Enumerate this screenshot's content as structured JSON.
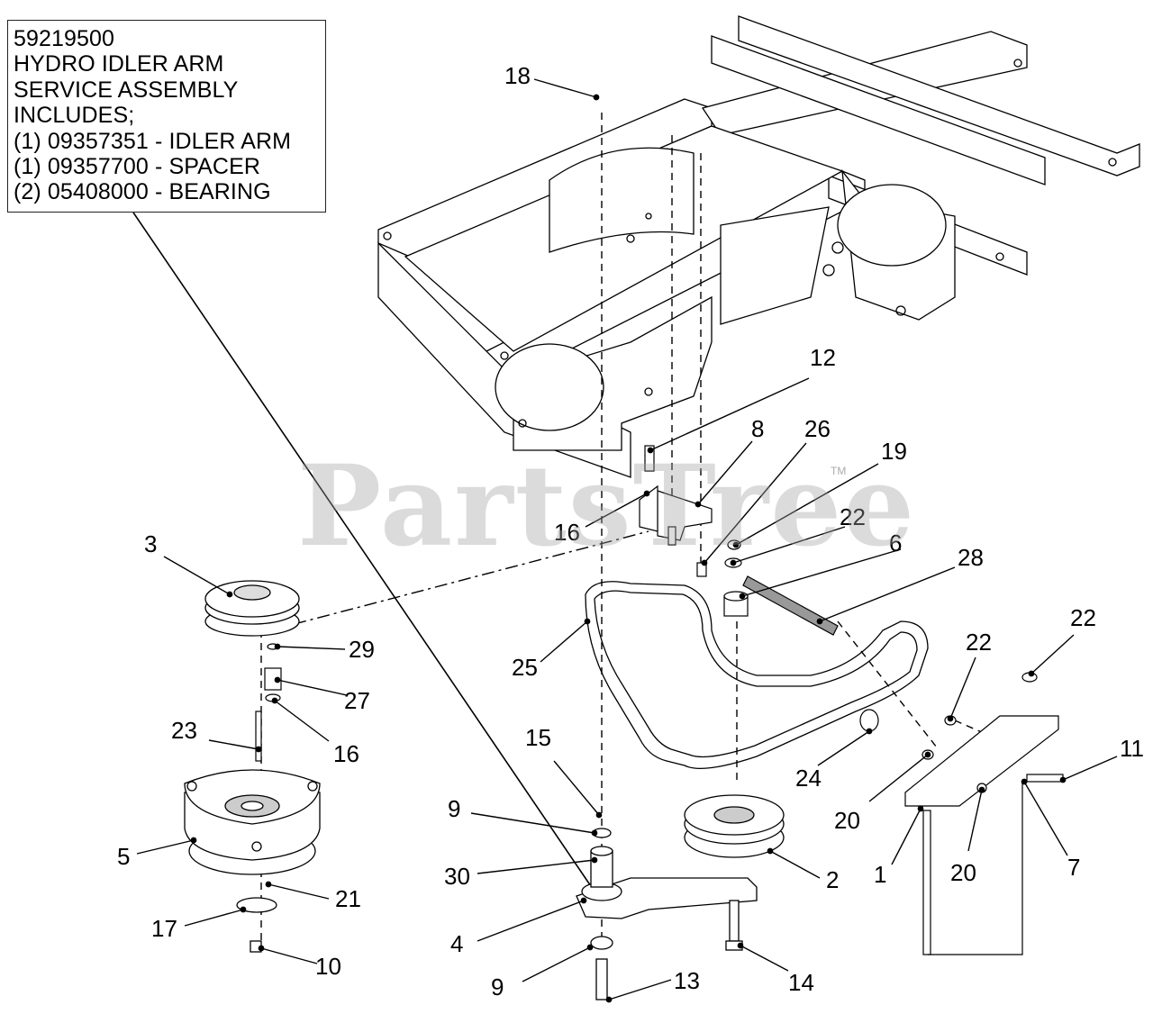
{
  "callout": {
    "lines": [
      "59219500",
      "HYDRO IDLER ARM",
      "SERVICE ASSEMBLY",
      "INCLUDES;",
      "(1) 09357351 - IDLER ARM",
      "(1) 09357700 - SPACER",
      "(2) 05408000 - BEARING"
    ]
  },
  "watermark": {
    "text": "PartsTree",
    "trademark": "TM"
  },
  "part_numbers": {
    "n18": "18",
    "n12": "12",
    "n8": "8",
    "n26": "26",
    "n19": "19",
    "n16a": "16",
    "n22a": "22",
    "n6": "6",
    "n28": "28",
    "n3": "3",
    "n29": "29",
    "n25": "25",
    "n27": "27",
    "n22b": "22",
    "n22c": "22",
    "n23": "23",
    "n16b": "16",
    "n15": "15",
    "n24": "24",
    "n11": "11",
    "n20a": "20",
    "n9a": "9",
    "n5": "5",
    "n30": "30",
    "n2": "2",
    "n1": "1",
    "n20b": "20",
    "n7": "7",
    "n21": "21",
    "n4": "4",
    "n17": "17",
    "n10": "10",
    "n9b": "9",
    "n13": "13",
    "n14": "14"
  }
}
